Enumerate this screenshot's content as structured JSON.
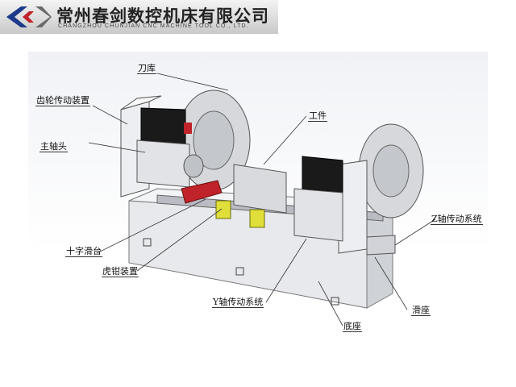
{
  "header": {
    "company_cn": "常州春剑数控机床有限公司",
    "company_en": "CHANGZHOU CHUNJIAN CNC MACHINE TOOL CO., LTD."
  },
  "labels": {
    "tool_magazine": "刀库",
    "gear_drive": "齿轮传动装置",
    "workpiece": "工件",
    "spindle_head": "主轴头",
    "cross_slide": "十字滑台",
    "vise": "虎钳装置",
    "z_axis": "Z轴传动系统",
    "y_axis": "Y轴传动系统",
    "base": "底座",
    "slide_seat": "滑座"
  },
  "colors": {
    "accent_red": "#c0232a",
    "logo_blue": "#1d3a8a",
    "machine_gray": "#e4e6ea",
    "motor_black": "#1a1a1a",
    "fixture_yellow": "#e0df3a"
  }
}
